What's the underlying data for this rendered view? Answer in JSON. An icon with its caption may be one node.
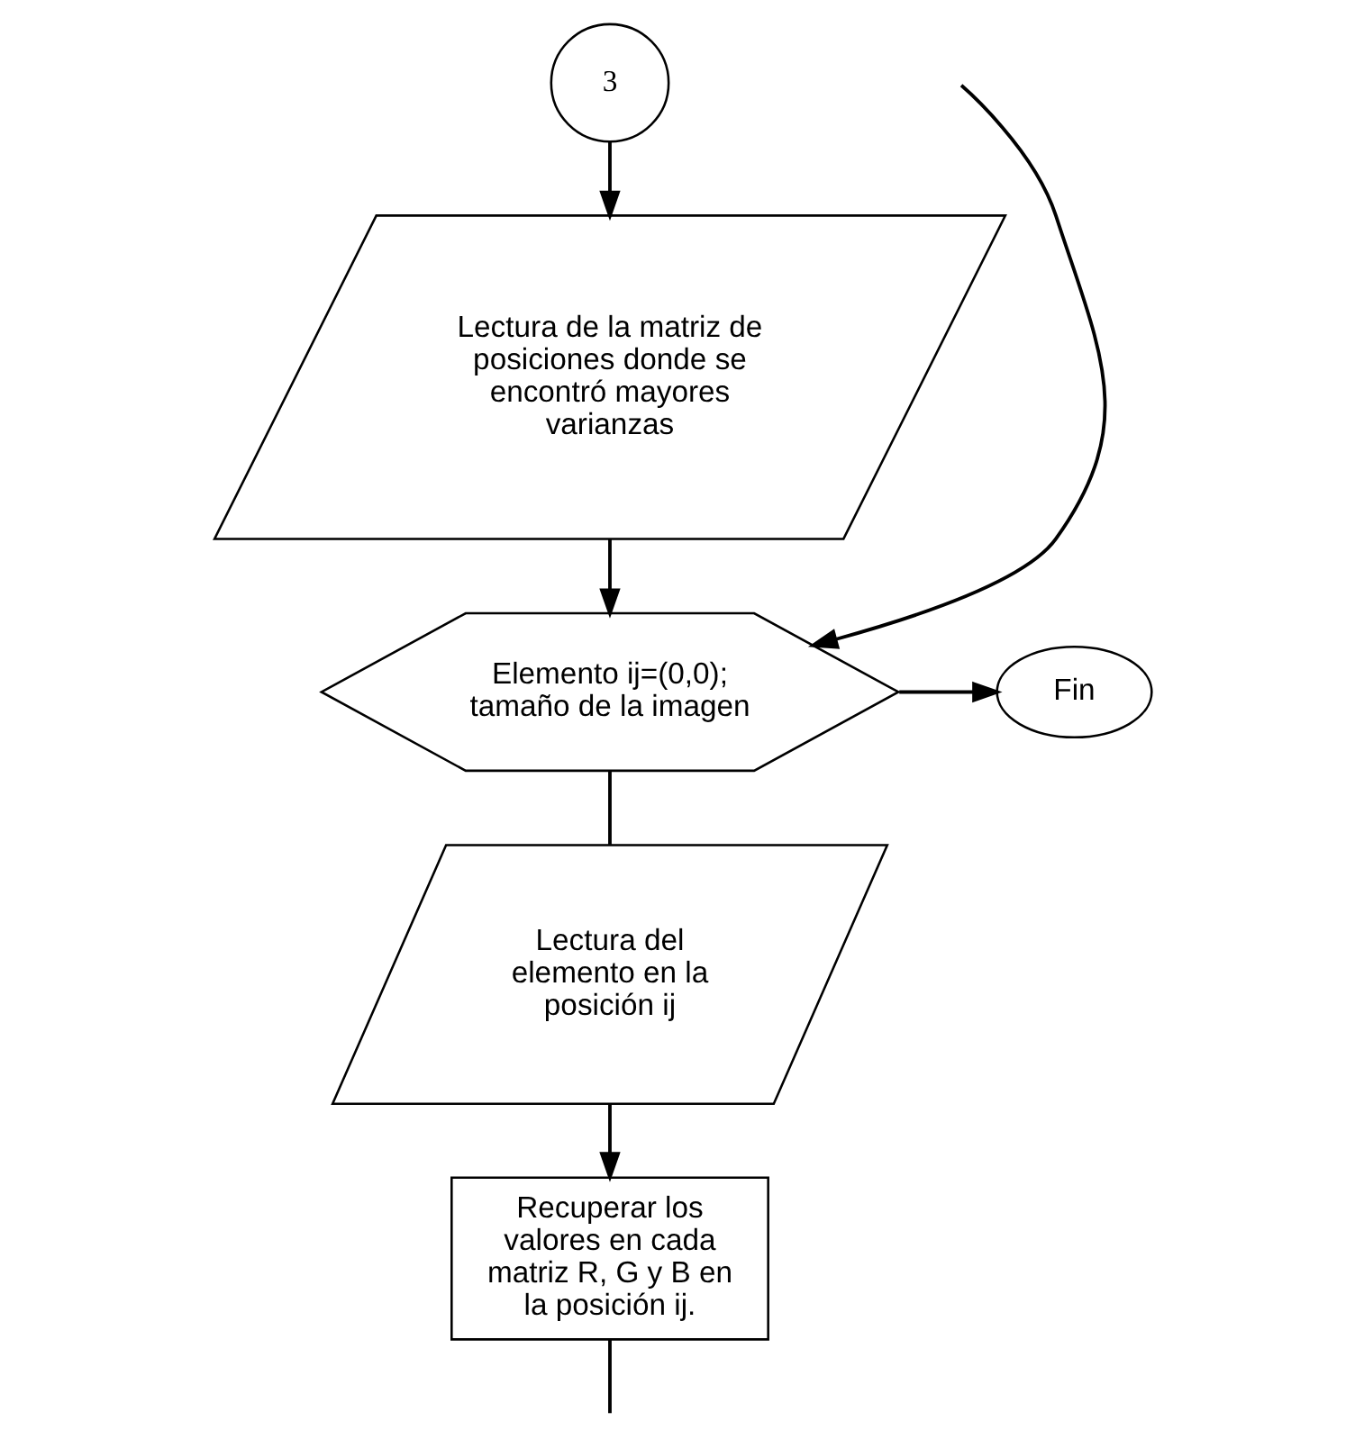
{
  "diagram": {
    "nodes": [
      {
        "text": [
          "3"
        ]
      },
      {
        "text": [
          "Lectura de la matriz de posiciones donde se encontró mayores varianzas"
        ]
      },
      {
        "text": [
          "Elemento ij=(0,0); tamaño de la imagen"
        ]
      },
      {
        "text": [
          "Fin"
        ]
      },
      {
        "text": [
          "Lectura del elemento en la posición ij"
        ]
      },
      {
        "text": [
          "Recuperar los valores en cada matriz R, G y B en la posición ij."
        ]
      }
    ],
    "edges": [
      {
        "from": 0,
        "to": 1,
        "arrow": "to"
      },
      {
        "from": 1,
        "to": 2,
        "arrow": "to"
      },
      {
        "from": 2,
        "to": 3,
        "arrow": "to"
      },
      {
        "from": 2,
        "to": 4,
        "arrow": "none"
      },
      {
        "from": 4,
        "to": 5,
        "arrow": "to"
      },
      {
        "from": 5,
        "to": null,
        "arrow": "none"
      },
      {
        "from": null,
        "to": 2,
        "arrow": "to"
      }
    ]
  }
}
